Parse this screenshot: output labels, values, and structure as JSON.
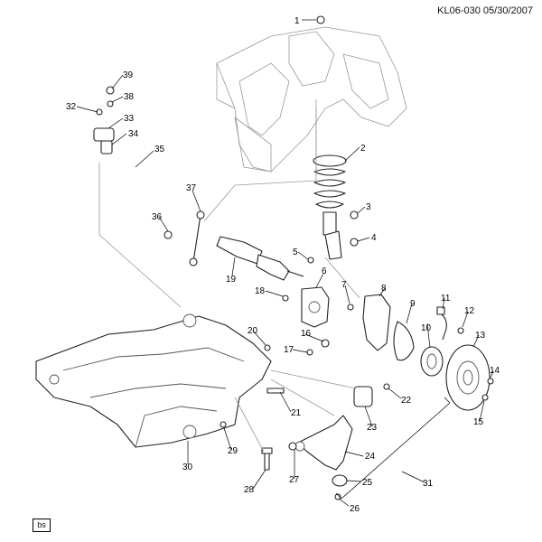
{
  "figure": {
    "id_date": "KL06-030  05/30/2007",
    "corner_tag": "bs"
  },
  "callouts": [
    "1",
    "2",
    "3",
    "4",
    "5",
    "6",
    "7",
    "8",
    "9",
    "10",
    "11",
    "12",
    "13",
    "14",
    "15",
    "16",
    "17",
    "18",
    "19",
    "20",
    "21",
    "22",
    "23",
    "24",
    "25",
    "26",
    "27",
    "28",
    "29",
    "30",
    "31",
    "32",
    "33",
    "34",
    "35",
    "36",
    "37",
    "38",
    "39"
  ]
}
